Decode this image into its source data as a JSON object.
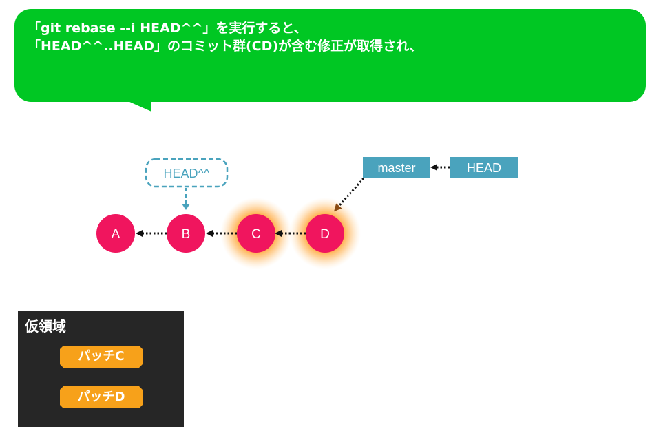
{
  "callout": {
    "line1": "「git rebase --i HEAD^^」を実行すると、",
    "line2": "「HEAD^^..HEAD」のコミット群(CD)が含む修正が取得され、",
    "color": "#00c723"
  },
  "graph": {
    "commits": [
      {
        "id": "A",
        "highlighted": false
      },
      {
        "id": "B",
        "highlighted": false
      },
      {
        "id": "C",
        "highlighted": true
      },
      {
        "id": "D",
        "highlighted": true
      }
    ],
    "commit_color": "#f0155e",
    "glow_color": "#ff9a1a",
    "refs": {
      "master": "master",
      "head": "HEAD",
      "ref_color": "#4aa3bd"
    },
    "target_tag": "HEAD^^"
  },
  "temp_area": {
    "title": "仮領域",
    "patches": [
      "パッチC",
      "パッチD"
    ],
    "background": "#262626",
    "patch_color": "#f7a11a"
  }
}
